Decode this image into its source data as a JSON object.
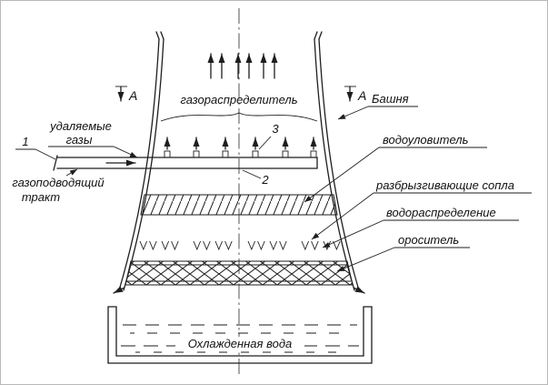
{
  "colors": {
    "line": "#1e1e1e",
    "background": "#ffffff"
  },
  "labels": {
    "gas_distributor": "газораспределитель",
    "section_a_left": "А",
    "section_a_right": "А",
    "tower": "Башня",
    "removed_gases_line1": "удаляемые",
    "removed_gases_line2": "газы",
    "callout_1": "1",
    "callout_2": "2",
    "callout_3": "3",
    "gas_duct_line1": "газоподводящий",
    "gas_duct_line2": "тракт",
    "drift_eliminator": "водоуловитель",
    "spray_nozzles": "разбрызгивающие сопла",
    "water_distribution": "водораспределение",
    "fill_pack": "ороситель",
    "cooled_water": "Охлажденная вода"
  }
}
